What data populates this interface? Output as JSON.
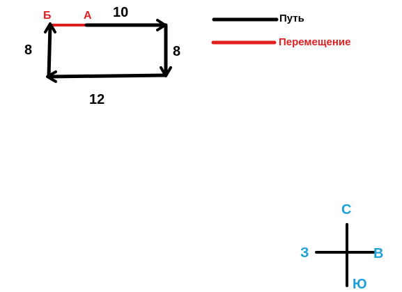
{
  "colors": {
    "path": "#000000",
    "displacement": "#e02020",
    "compass": "#1ea0d8"
  },
  "path_diagram": {
    "edge_labels": {
      "top": "10",
      "right": "8",
      "bottom": "12",
      "left": "8"
    },
    "points": {
      "a": "А",
      "b": "Б"
    }
  },
  "legend": {
    "path_label": "Путь",
    "displacement_label": "Перемещение"
  },
  "compass": {
    "north": "С",
    "south": "Ю",
    "east": "В",
    "west": "З"
  }
}
